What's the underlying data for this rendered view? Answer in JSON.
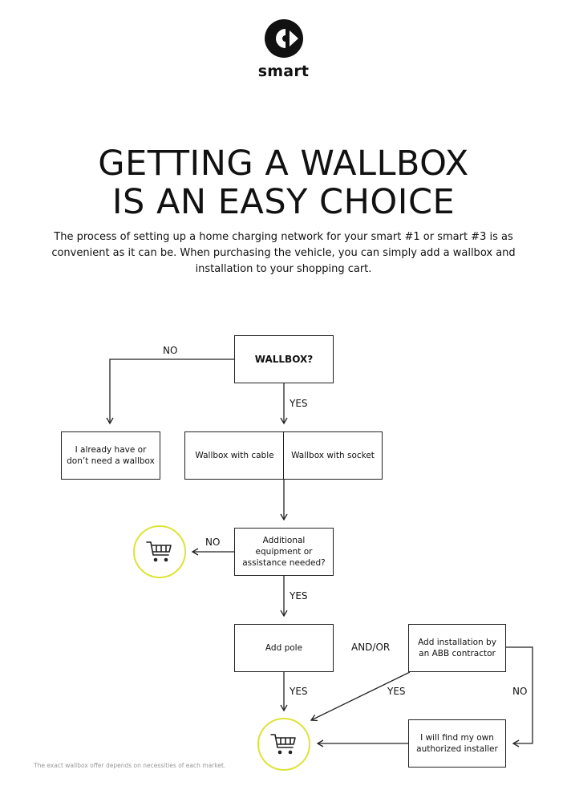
{
  "brand": {
    "wordmark": "smart"
  },
  "title": {
    "line1": "GETTING A WALLBOX",
    "line2": "IS AN EASY CHOICE"
  },
  "intro": "The process of setting up a home charging network for your smart #1 or smart #3 is as convenient as it can be. When purchasing the vehicle, you can simply add a wallbox and installation to your shopping cart.",
  "flow": {
    "start": "WALLBOX?",
    "no_wallbox": "I already have or don’t need a wallbox",
    "cable": "Wallbox with cable",
    "socket": "Wallbox with socket",
    "additional": "Additional equipment or assistance needed?",
    "pole": "Add pole",
    "installation": "Add installation by an ABB contractor",
    "own_installer": "I will find my own authorized installer",
    "and_or": "AND/OR",
    "labels": {
      "no_1": "NO",
      "yes_1": "YES",
      "no_2": "NO",
      "yes_2": "YES",
      "yes_3": "YES",
      "yes_4": "YES",
      "no_3": "NO"
    }
  },
  "icons": {
    "cart": "shopping-cart-icon",
    "logo": "smart-logo-icon"
  },
  "colors": {
    "accent": "#dde33a",
    "line": "#222222"
  },
  "footnote": "The exact wallbox offer depends on necessities of each market."
}
